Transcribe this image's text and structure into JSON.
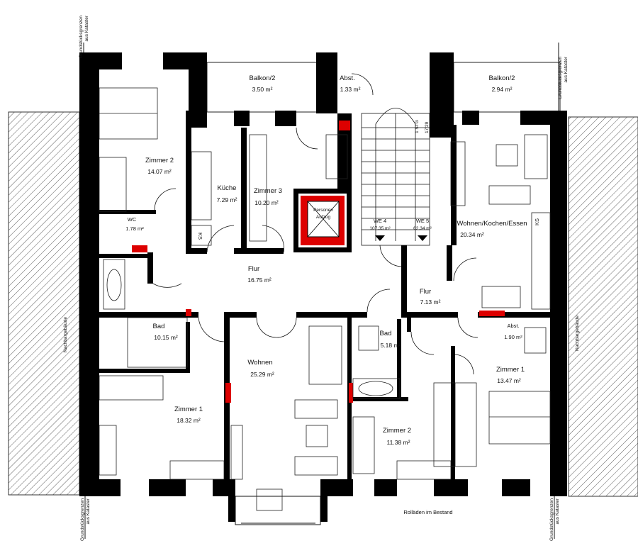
{
  "rooms": {
    "balkon_left": {
      "name": "Balkon/2",
      "area": "3.50 m²"
    },
    "abst_top": {
      "name": "Abst.",
      "area": "1.33 m²"
    },
    "balkon_right": {
      "name": "Balkon/2",
      "area": "2.94 m²"
    },
    "zimmer2_left": {
      "name": "Zimmer 2",
      "area": "14.07 m²"
    },
    "kueche": {
      "name": "Küche",
      "area": "7.29 m²"
    },
    "zimmer3": {
      "name": "Zimmer 3",
      "area": "10.20 m²"
    },
    "wc": {
      "name": "WC",
      "area": "1.78 m²"
    },
    "flur_left": {
      "name": "Flur",
      "area": "16.75 m²"
    },
    "wohnen_kochen": {
      "name": "Wohnen/Kochen/Essen",
      "area": "20.34 m²"
    },
    "flur_right": {
      "name": "Flur",
      "area": "7.13 m²"
    },
    "bad_left": {
      "name": "Bad",
      "area": "10.15 m²"
    },
    "wohnen": {
      "name": "Wohnen",
      "area": "25.29 m²"
    },
    "bad_right": {
      "name": "Bad",
      "area": "5.18 m²"
    },
    "abst_right": {
      "name": "Abst.",
      "area": "1.90 m²"
    },
    "zimmer1_right": {
      "name": "Zimmer 1",
      "area": "13.47 m²"
    },
    "zimmer1_left": {
      "name": "Zimmer 1",
      "area": "18.32 m²"
    },
    "zimmer2_right": {
      "name": "Zimmer 2",
      "area": "11.38 m²"
    }
  },
  "units": {
    "we4": {
      "name": "WE 4",
      "area": "107.35 m²"
    },
    "we5": {
      "name": "WE 5",
      "area": "62.34 m²"
    }
  },
  "stair_label": "1 STG",
  "stair_steps": "17/29",
  "elevator": {
    "line1": "Personen",
    "line2": "Aufzug"
  },
  "ks_label": "KS",
  "neighbor_label": "Nachbargebäude",
  "boundary": {
    "line1": "Grundstücksgrenzen",
    "line2": "aus Kataster"
  },
  "rollladen": "Rolläden im Bestand"
}
